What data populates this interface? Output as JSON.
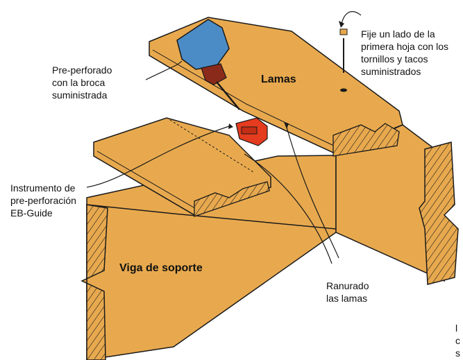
{
  "colors": {
    "wood": "#E8A94E",
    "wood_dark": "#C98A33",
    "outline": "#1a1a1a",
    "drill_blue": "#4C8CC6",
    "drill_red": "#8A2A1A",
    "guide_red": "#E53B1E",
    "background": "#FFFFFF"
  },
  "labels": {
    "drill_note": "Pre-perforado\ncon la broca\nsuministrada",
    "deck_boards": "Lamas",
    "screw_note": "Fije un lado de la\nprimera hoja con los\ntornillos y tacos\nsuministrados",
    "guide_tool": "Instrumento de\npre-perforación\nEB-Guide",
    "support_beam": "Viga de soporte",
    "groove_note": "Ranurado\nlas lamas",
    "cut_off_text": "l\nc\ns"
  }
}
